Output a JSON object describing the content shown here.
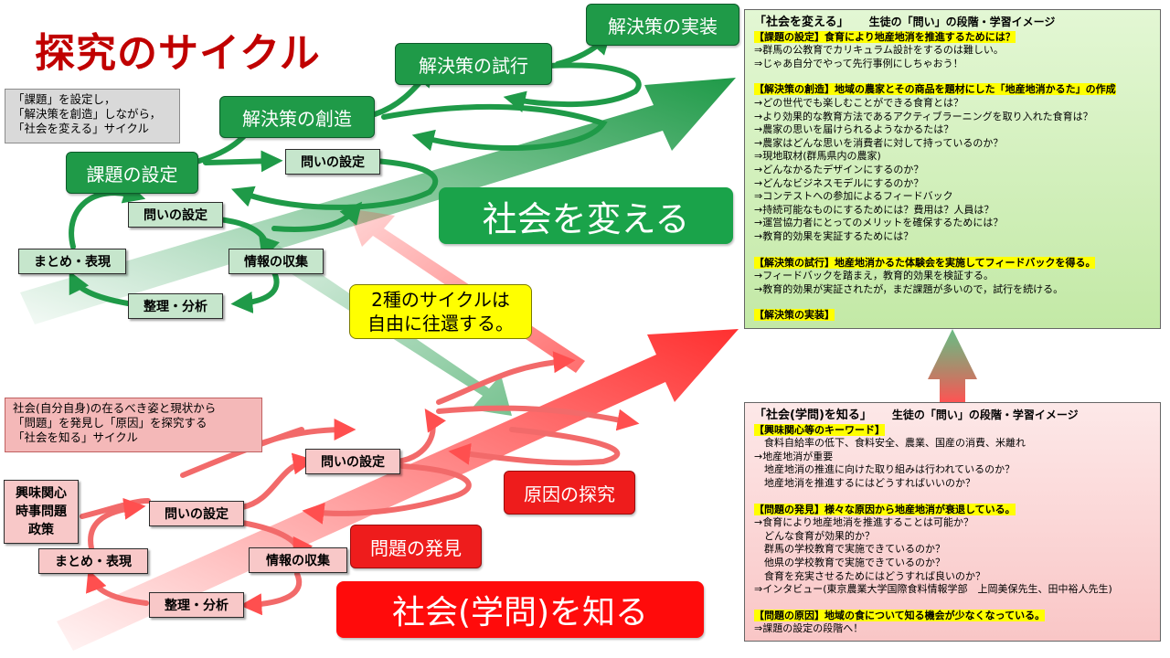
{
  "title": "探究のサイクル",
  "notes": {
    "top": "「課題」を設定し，\n「解決策を創造」しながら，\n「社会を変える」サイクル",
    "bottom": "社会(自分自身)の在るべき姿と現状から\n「問題」を発見し「原因」を探究する\n「社会を知る」サイクル"
  },
  "green_cycle": {
    "kadai": "課題の設定",
    "souzou": "解決策の創造",
    "shikou": "解決策の試行",
    "jissou": "解決策の実装",
    "toi_upper": "問いの設定",
    "toi_lower": "問いの設定",
    "matome": "まとめ・表現",
    "jouhou": "情報の収集",
    "seiri": "整理・分析",
    "banner": "社会を変える"
  },
  "connector": "2種のサイクルは\n自由に往還する。",
  "red_cycle": {
    "interest": "興味関心\n時事問題\n政策",
    "toi_upper": "問いの設定",
    "toi_lower": "問いの設定",
    "matome": "まとめ・表現",
    "jouhou": "情報の収集",
    "seiri": "整理・分析",
    "mondai": "問題の発見",
    "genin": "原因の探究",
    "banner": "社会(学問)を知る"
  },
  "panel_green": {
    "heading": "「社会を変える」",
    "subheading": "生徒の「問い」の段階・学習イメージ",
    "sections": [
      {
        "label": "【課題の設定】食育により地産地消を推進するためには？",
        "lines": [
          "⇒群馬の公教育でカリキュラム設計をするのは難しい。",
          "⇒じゃあ自分でやって先行事例にしちゃおう！"
        ]
      },
      {
        "label": "【解決策の創造】地域の農家とその商品を題材にした「地産地消かるた」の作成",
        "lines": [
          "→どの世代でも楽しむことができる食育とは？",
          "→より効果的な教育方法であるアクティブラーニングを取り入れた食育は？",
          "→農家の思いを届けられるようなかるたは？",
          "→農家はどんな思いを消費者に対して持っているのか？",
          "⇒現地取材(群馬県内の農家)",
          "→どんなかるたデザインにするのか？",
          "→どんなビジネスモデルにするのか？",
          "⇒コンテストへの参加によるフィードバック",
          "→持続可能なものにするためには？費用は？人員は？",
          "→運営協力者にとってのメリットを確保するためには？",
          "→教育的効果を実証するためには？"
        ]
      },
      {
        "label": "【解決策の試行】地産地消かるた体験会を実施してフィードバックを得る。",
        "lines": [
          "→フィードバックを踏まえ，教育的効果を検証する。",
          "→教育的効果が実証されたが，まだ課題が多いので，試行を続ける。"
        ]
      },
      {
        "label": "【解決策の実装】",
        "lines": []
      }
    ]
  },
  "panel_red": {
    "heading": "「社会(学問)を知る」",
    "subheading": "生徒の「問い」の段階・学習イメージ",
    "sections": [
      {
        "label": "【興味関心等のキーワード】",
        "lines": [
          "　食料自給率の低下、食料安全、農業、国産の消費、米離れ",
          "→地産地消が重要",
          "　地産地消の推進に向けた取り組みは行われているのか？",
          "　地産地消を推進するにはどうすればいいのか？"
        ]
      },
      {
        "label": "【問題の発見】様々な原因から地産地消が衰退している。",
        "lines": [
          "→食育により地産地消を推進することは可能か？",
          "　どんな食育が効果的か？",
          "　群馬の学校教育で実施できているのか？",
          "　他県の学校教育で実施できているのか？",
          "　食育を充実させるためにはどうすれば良いのか？",
          "⇒インタビュー(東京農業大学国際食料情報学部　上岡美保先生、田中裕人先生)"
        ]
      },
      {
        "label": "【問題の原因】地域の食について知る機会が少なくなっている。",
        "lines": [
          "⇒課題の設定の段階へ！"
        ]
      }
    ]
  },
  "colors": {
    "green_box": "#1f9a48",
    "red_box": "#ee1c1c",
    "green_arrow": "#1f9a48",
    "red_arrow": "#ff4040",
    "title": "#c00000",
    "highlight": "#ffff00"
  }
}
